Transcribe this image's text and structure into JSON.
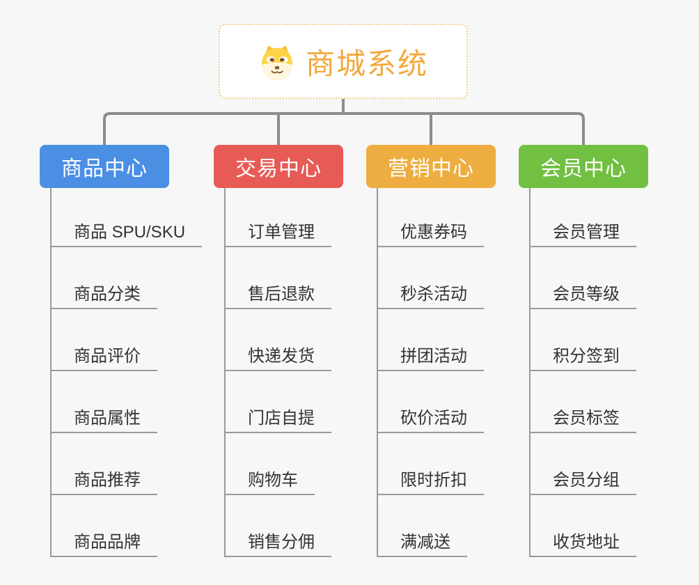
{
  "canvas": {
    "background": "#F7F7F7"
  },
  "root": {
    "title": "商城系统",
    "icon": "dog-face-icon",
    "text_color": "#F2A93B",
    "border_color": "#F5CB85",
    "background": "#FFFFFF"
  },
  "connector_color": "#8C8C8C",
  "sub_line_color": "#999999",
  "item_text_color": "#333333",
  "branches": [
    {
      "label": "商品中心",
      "color": "#4A8FE4",
      "items": [
        "商品 SPU/SKU",
        "商品分类",
        "商品评价",
        "商品属性",
        "商品推荐",
        "商品品牌"
      ]
    },
    {
      "label": "交易中心",
      "color": "#E75B57",
      "items": [
        "订单管理",
        "售后退款",
        "快递发货",
        "门店自提",
        "购物车",
        "销售分佣"
      ]
    },
    {
      "label": "营销中心",
      "color": "#EDAD40",
      "items": [
        "优惠券码",
        "秒杀活动",
        "拼团活动",
        "砍价活动",
        "限时折扣",
        "满减送"
      ]
    },
    {
      "label": "会员中心",
      "color": "#71C041",
      "items": [
        "会员管理",
        "会员等级",
        "积分签到",
        "会员标签",
        "会员分组",
        "收货地址"
      ]
    }
  ]
}
